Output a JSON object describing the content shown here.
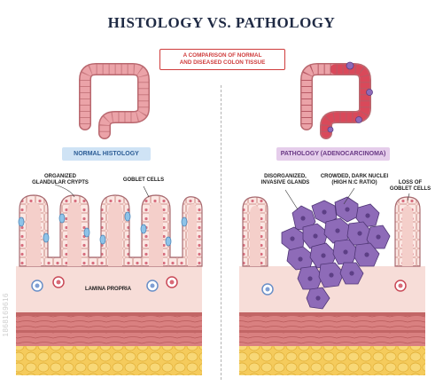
{
  "header": {
    "title": "HISTOLOGY VS. PATHOLOGY",
    "subtitle_line1": "A COMPARISON OF NORMAL",
    "subtitle_line2": "AND DISEASED COLON TISSUE"
  },
  "panels": {
    "normal": {
      "banner": "NORMAL HISTOLOGY",
      "labels": {
        "crypts_line1": "ORGANIZED",
        "crypts_line2": "GLANDULAR CRYPTS",
        "goblet": "GOBLET CELLS",
        "lamina": "LAMINA PROPRIA"
      }
    },
    "pathology": {
      "banner": "PATHOLOGY (ADENOCARCINOMA)",
      "labels": {
        "invasive_line1": "DISORGANIZED,",
        "invasive_line2": "INVASIVE GLANDS",
        "nuclei_line1": "CROWDED, DARK NUCLEI",
        "nuclei_line2": "(HIGH N:C RATIO)",
        "goblet_loss_line1": "LOSS OF",
        "goblet_loss_line2": "GOBLET CELLS"
      }
    }
  },
  "watermark": "1868169616",
  "colors": {
    "title": "#1f2a44",
    "accent_red": "#cf3c3c",
    "normal_banner": "#cfe3f5",
    "pathology_banner": "#e5cdeb",
    "tumor": "#8e6bb8",
    "colon": "#eba3a8",
    "muscle": "#d98080",
    "fat": "#f5cb5c"
  }
}
